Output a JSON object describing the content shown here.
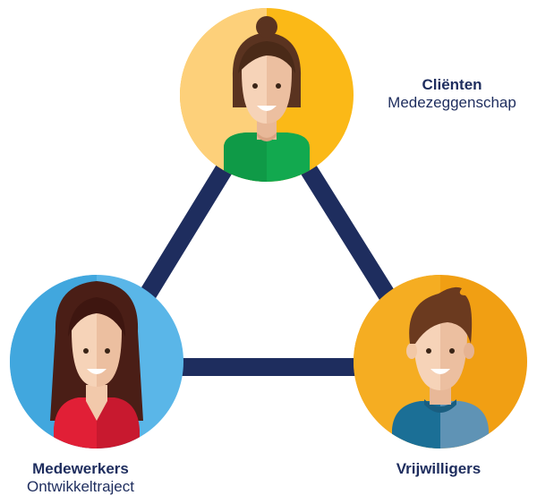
{
  "nodes": {
    "clienten": {
      "title": "Cliënten",
      "subtitle": "Medezeggenschap",
      "circle_color": "#f9c02c"
    },
    "medewerkers": {
      "title": "Medewerkers",
      "subtitle": "Ontwikkeltraject",
      "circle_color": "#4fb0e0"
    },
    "vrijwilligers": {
      "title": "Vrijwilligers",
      "subtitle": "",
      "circle_color": "#f0a010"
    }
  },
  "colors": {
    "connector": "#1e2d5e",
    "text": "#1e2d5e"
  }
}
